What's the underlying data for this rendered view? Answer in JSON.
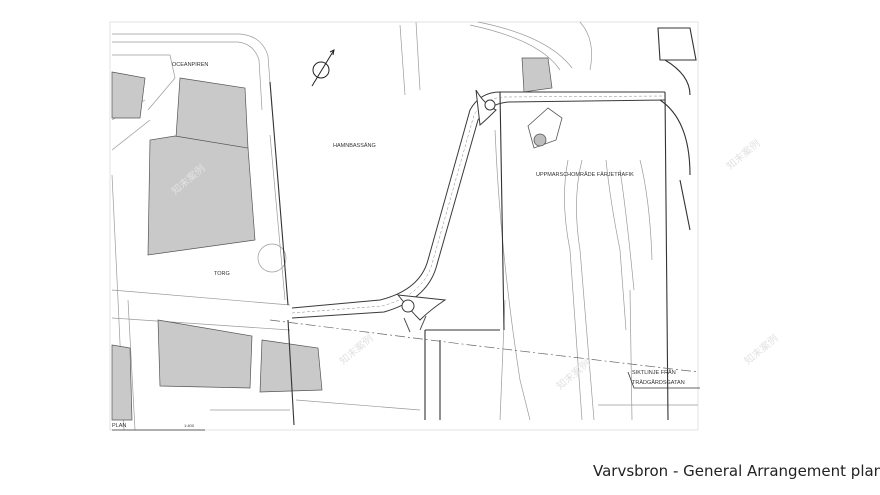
{
  "caption": "Varvsbron - General Arrangement plan",
  "labels": {
    "oceanpiren": "OCEANPIREN",
    "hamnbassang": "HAMNBASSÄNG",
    "torg": "TORG",
    "uppmarsch": "UPPMARSCHOMRÅDE FÄRJETRAFIK",
    "siktlinje_1": "SIKTLINJE FRÅN",
    "siktlinje_2": "TRÄDGÅRDSGATAN",
    "plan": "PLAN",
    "scale": "1:400"
  },
  "watermark": "知末案例",
  "colors": {
    "building_fill": "#c9c9c9",
    "line": "#3a3a3a",
    "light_line": "#9a9a9a"
  }
}
